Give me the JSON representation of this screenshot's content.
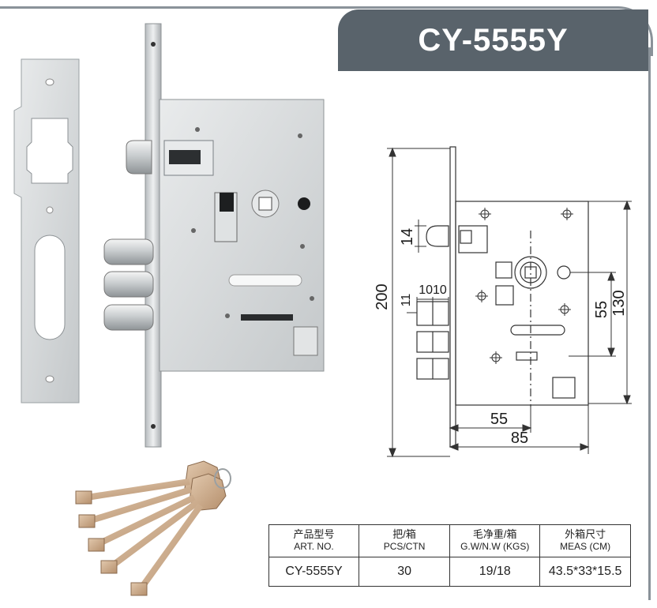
{
  "title": "CY-5555Y",
  "drawing": {
    "dims": {
      "d14": "14",
      "d200": "200",
      "d11": "11",
      "d1010": "1010",
      "d55v": "55",
      "d130": "130",
      "d55h": "55",
      "d85": "85"
    }
  },
  "spec_table": {
    "headers": [
      {
        "cn": "产品型号",
        "en": "ART. NO."
      },
      {
        "cn": "把/箱",
        "en": "PCS/CTN"
      },
      {
        "cn": "毛净重/箱",
        "en": "G.W/N.W (KGS)"
      },
      {
        "cn": "外箱尺寸",
        "en": "MEAS (CM)"
      }
    ],
    "rows": [
      [
        "CY-5555Y",
        "30",
        "19/18",
        "43.5*33*15.5"
      ]
    ]
  },
  "colors": {
    "banner": "#59636b",
    "frame": "#8a9299",
    "metal": "#c9ccce",
    "key": "#c8a98a"
  }
}
